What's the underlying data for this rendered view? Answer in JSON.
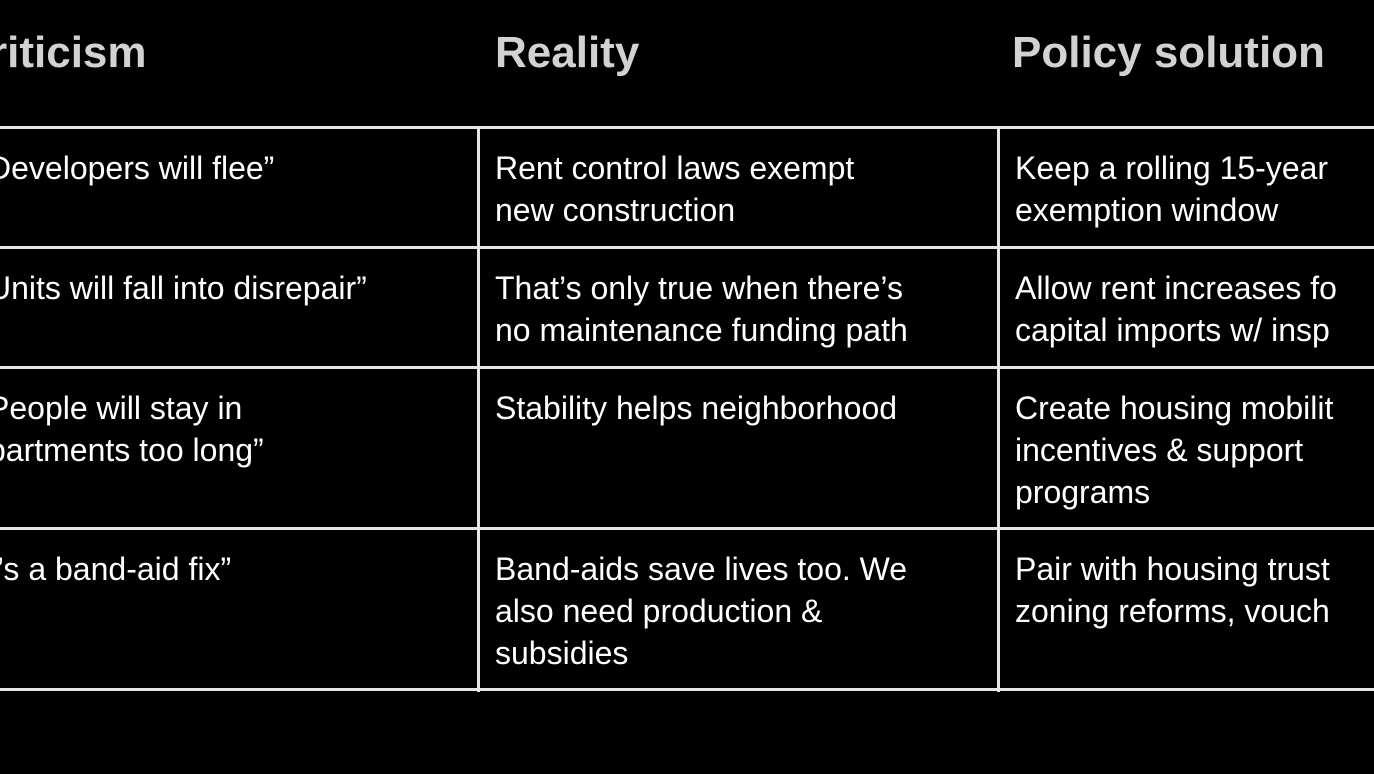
{
  "headers": {
    "criticism": "riticism",
    "reality": "Reality",
    "policy": "Policy solution"
  },
  "rows": [
    {
      "criticism": "Developers will flee”",
      "reality": "Rent control laws exempt\nnew construction",
      "policy": "Keep a rolling 15-year\nexemption window"
    },
    {
      "criticism": "Units will fall into disrepair”",
      "reality": "That’s only true when there’s\nno maintenance funding path",
      "policy": "Allow rent increases fo\ncapital imports w/ insp"
    },
    {
      "criticism": "People will stay in\npartments too long”",
      "reality": "Stability helps neighborhood",
      "policy": "Create housing mobilit\nincentives & support\nprograms"
    },
    {
      "criticism": "t’s a band-aid fix”",
      "reality": "Band-aids save lives too. We\nalso need production &\nsubsidies",
      "policy": "Pair with housing trust\nzoning reforms, vouch"
    }
  ]
}
